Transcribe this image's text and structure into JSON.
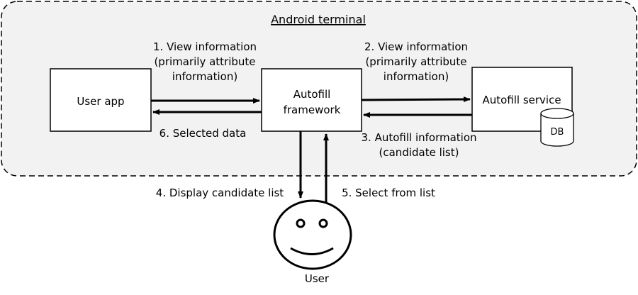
{
  "terminal": {
    "title": "Android terminal"
  },
  "boxes": {
    "user_app": "User app",
    "framework_line1": "Autofill",
    "framework_line2": "framework",
    "service": "Autofill service",
    "db": "DB"
  },
  "flows": {
    "step1": [
      "1. View information",
      "(primarily attribute",
      "information)"
    ],
    "step2": [
      "2. View information",
      "(primarily attribute",
      "information)"
    ],
    "step3": [
      "3. Autofill information",
      "(candidate list)"
    ],
    "step4": "4. Display candidate list",
    "step5": "5. Select from list",
    "step6": "6.  Selected data"
  },
  "actor": {
    "label": "User"
  }
}
